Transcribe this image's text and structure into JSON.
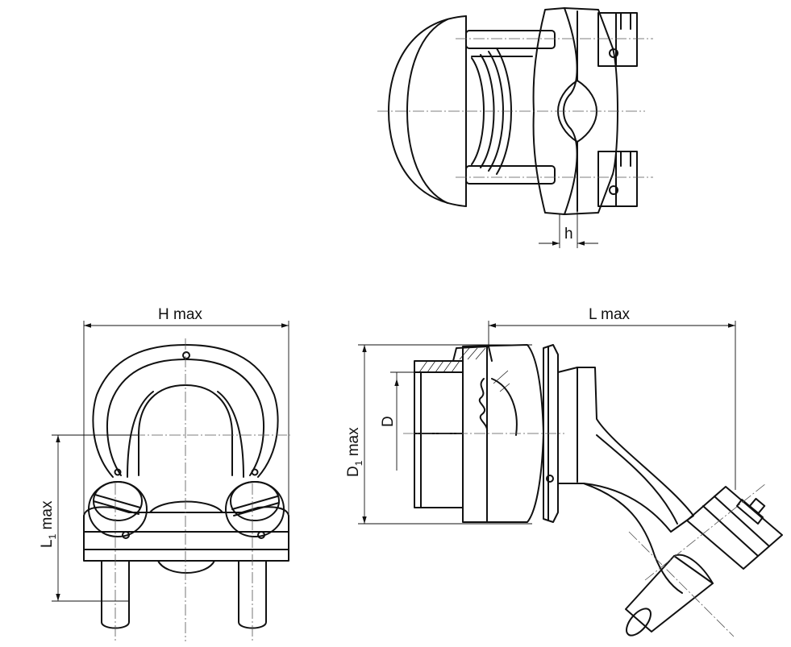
{
  "labels": {
    "h": "h",
    "h_max": "H max",
    "l_max": "L max",
    "l1_main": "L",
    "l1_sub": "1",
    "l1_suffix": " max",
    "d": "D",
    "d1_main": "D",
    "d1_sub": "1",
    "d1_suffix": " max"
  },
  "colors": {
    "line": "#111111",
    "centerline": "#555555",
    "background": "#ffffff"
  }
}
